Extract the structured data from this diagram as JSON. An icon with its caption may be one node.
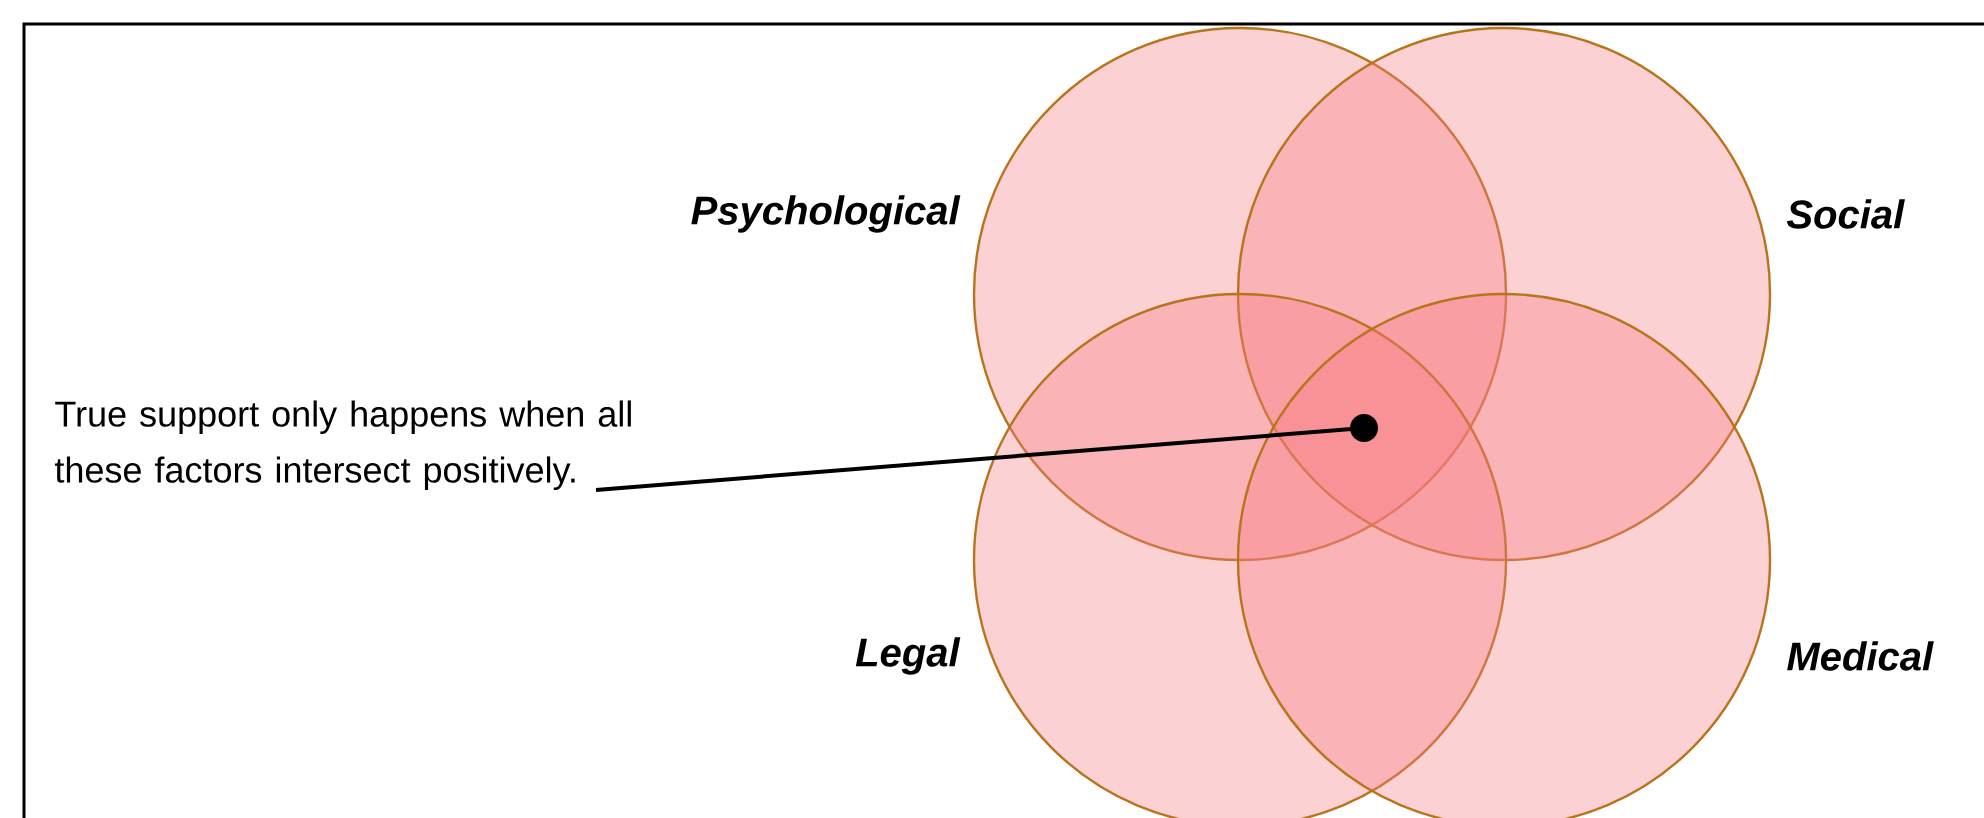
{
  "diagram": {
    "nodes": [
      {
        "text": [
          "Psychological"
        ]
      },
      {
        "text": [
          "Social"
        ]
      },
      {
        "text": [
          "Legal"
        ]
      },
      {
        "text": [
          "Medical"
        ]
      },
      {
        "text": [
          "True support only happens when all these factors intersect positively."
        ]
      },
      {
        "text": [],
        "shape": "circle"
      }
    ],
    "edges": [
      {
        "from": 4,
        "to": 5,
        "arrow": "none"
      }
    ]
  }
}
